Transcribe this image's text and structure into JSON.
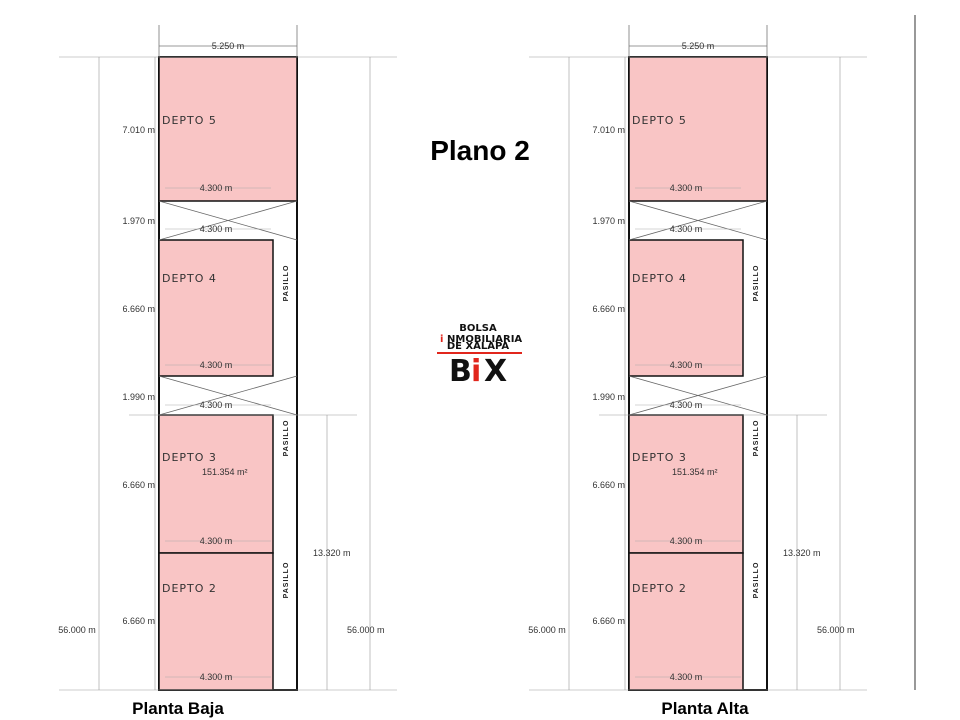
{
  "title": "Plano 2",
  "colors": {
    "unit_fill": "#f9c5c5",
    "logo_red": "#e1261c",
    "logo_dark": "#111111"
  },
  "logo": {
    "line1": "BOLSA",
    "line2_accent": "i",
    "line2": "NMOBILIARIA",
    "line3": "DE XALAPA",
    "mark_b": "B",
    "mark_i": "i",
    "mark_x": "X"
  },
  "plans": [
    {
      "caption": "Planta Baja",
      "dims": {
        "top_width": "5.250 m",
        "d5_height": "7.010 m",
        "gap1": "1.970 m",
        "d4_height": "6.660 m",
        "gap2": "1.990 m",
        "d3_height": "6.660 m",
        "d2_height": "6.660 m",
        "total_left": "56.000 m",
        "total_right": "56.000 m",
        "side": "13.320 m",
        "w5": "4.300 m",
        "wg1": "4.300 m",
        "w4": "4.300 m",
        "wg2": "4.300 m",
        "w3": "4.300 m",
        "w2": "4.300 m"
      },
      "units": {
        "d5": "Depto 5",
        "d4": "Depto 4",
        "d3": "Depto 3",
        "d2": "Depto 2"
      },
      "area": "151.354 m²",
      "corridor": "Pasillo"
    },
    {
      "caption": "Planta Alta",
      "dims": {
        "top_width": "5.250 m",
        "d5_height": "7.010 m",
        "gap1": "1.970 m",
        "d4_height": "6.660 m",
        "gap2": "1.990 m",
        "d3_height": "6.660 m",
        "d2_height": "6.660 m",
        "total_left": "56.000 m",
        "total_right": "56.000 m",
        "side": "13.320 m",
        "w5": "4.300 m",
        "wg1": "4.300 m",
        "w4": "4.300 m",
        "wg2": "4.300 m",
        "w3": "4.300 m",
        "w2": "4.300 m"
      },
      "units": {
        "d5": "Depto 5",
        "d4": "Depto 4",
        "d3": "Depto 3",
        "d2": "Depto 2"
      },
      "area": "151.354 m²",
      "corridor": "Pasillo"
    }
  ]
}
